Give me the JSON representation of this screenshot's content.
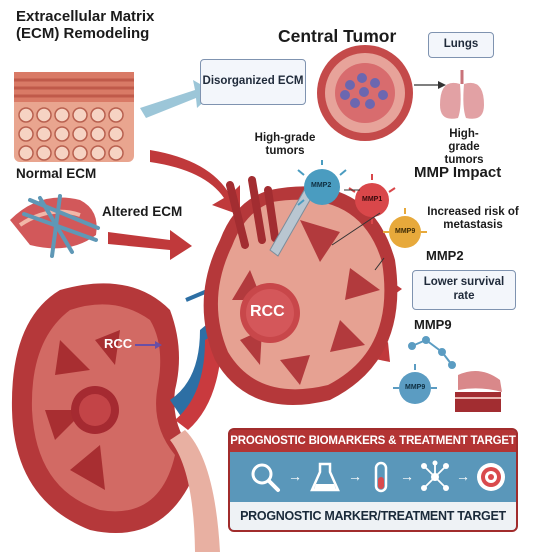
{
  "title": {
    "ecm_remodeling": "Extracellular Matrix (ECM) Remodeling",
    "central_tumor": "Central Tumor"
  },
  "labels": {
    "normal_ecm": "Normal ECM",
    "altered_ecm": "Altered ECM",
    "disorganized_ecm": "Disorganized ECM",
    "lungs": "Lungs",
    "high_grade_tumors_left": "High-grade tumors",
    "high_grade_tumors_right": "High-grade tumors",
    "mmp_impact": "MMP Impact",
    "increased_risk": "Increased risk of metastasis",
    "mmp2": "MMP2",
    "lower_survival": "Lower survival rate",
    "mmp9": "MMP9",
    "rcc_center": "RCC",
    "rcc_left": "RCC",
    "enzyme_mmp2": "MMP2",
    "enzyme_mmp1": "MMP1",
    "enzyme_mmp9_top": "MMP9",
    "enzyme_mmp9_bottom": "MMP9"
  },
  "panel": {
    "header": "PROGNOSTIC BIOMARKERS & TREATMENT TARGET",
    "footer": "PROGNOSTIC MARKER/TREATMENT TARGET",
    "steps": [
      "magnifier-icon",
      "flask-icon",
      "test-tube-icon",
      "network-icon",
      "target-icon"
    ]
  },
  "colors": {
    "kidney": "#b5383a",
    "tumor": "#c9474a",
    "panel_red": "#b33434",
    "panel_blue": "#5a97ba",
    "arrow_red": "#c0393b",
    "arrow_blue": "#8ab8cf"
  }
}
